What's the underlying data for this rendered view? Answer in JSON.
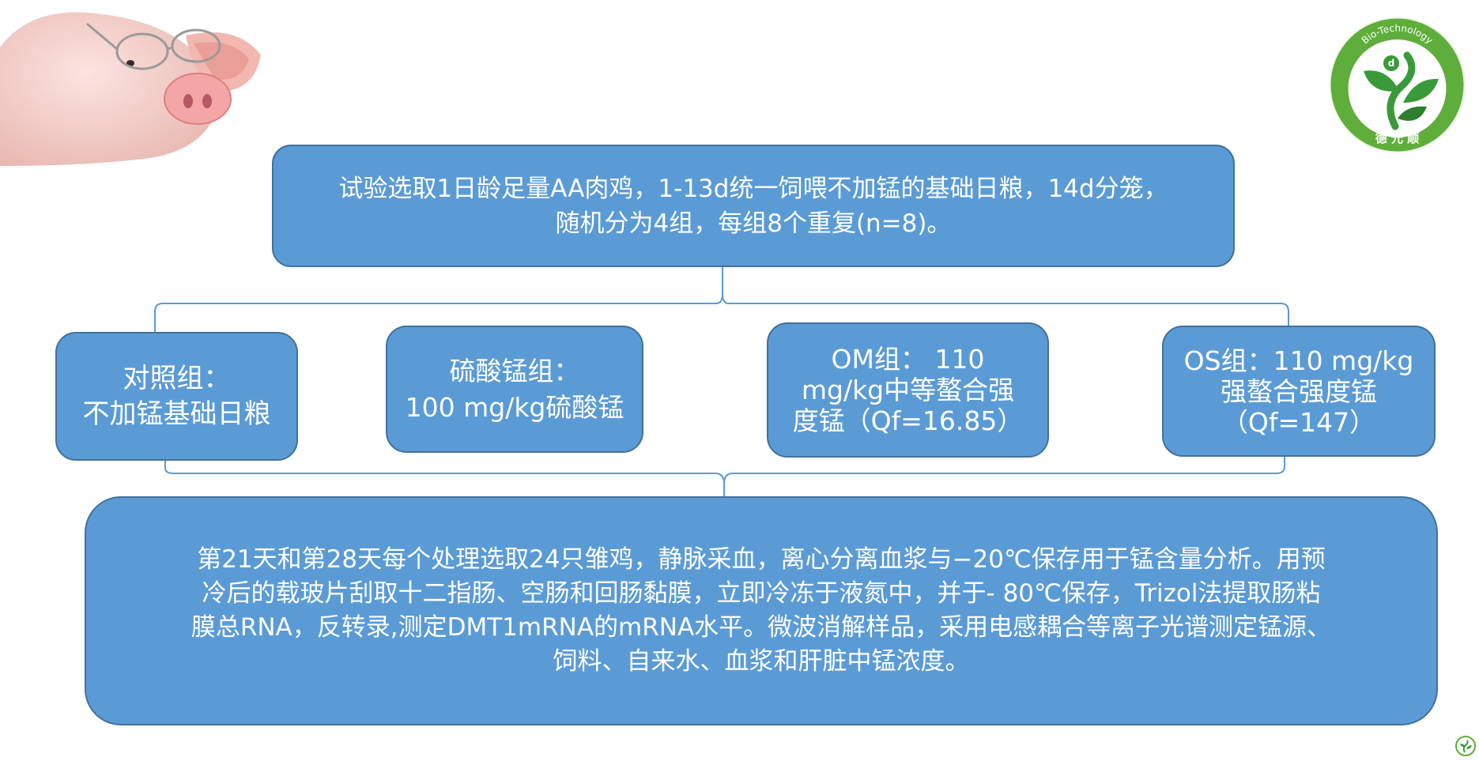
{
  "top_box": {
    "text": "试验选取1日龄足量AA肉鸡，1-13d统一饲喂不加锰的基础日粮，14d分笼，\n随机分为4组，每组8个重复(n=8)。"
  },
  "groups": [
    {
      "text": "对照组：\n不加锰基础日粮"
    },
    {
      "text": "硫酸锰组：\n100 mg/kg硫酸锰"
    },
    {
      "text": "OM组：  110\nmg/kg中等螯合强\n度锰（Qf=16.85）"
    },
    {
      "text": "OS组：110 mg/kg\n强螯合强度锰\n（Qf=147）"
    }
  ],
  "bottom_box": {
    "text": "第21天和第28天每个处理选取24只雏鸡，静脉采血，离心分离血浆与−20℃保存用于锰含量分析。用预\n冷后的载玻片刮取十二指肠、空肠和回肠黏膜，立即冷冻于液氮中，并于- 80℃保存，Trizol法提取肠粘\n膜总RNA，反转录,测定DMT1mRNA的mRNA水平。微波消解样品，采用电感耦合等离子光谱测定锰源、\n饲料、自来水、血浆和肝脏中锰浓度。"
  },
  "logo": {
    "arc_text": "Bio-Technology",
    "brand_text": "德 元 顺"
  },
  "colors": {
    "box_fill": "#5b9bd5",
    "box_border": "#41719c",
    "connector": "#5b9bd5",
    "logo_green": "#3a9a3a"
  }
}
